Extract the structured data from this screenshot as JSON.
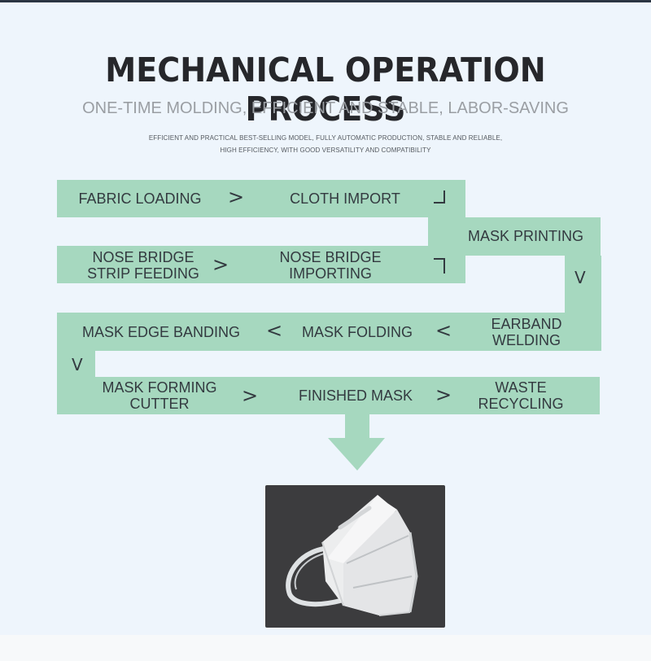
{
  "header": {
    "title": "MECHANICAL OPERATION PROCESS",
    "subtitle": "ONE-TIME MOLDING, EFFICIENT AND STABLE, LABOR-SAVING",
    "description_line1": "EFFICIENT AND PRACTICAL BEST-SELLING MODEL, FULLY AUTOMATIC PRODUCTION, STABLE AND RELIABLE,",
    "description_line2": "HIGH EFFICIENCY, WITH GOOD VERSATILITY AND COMPATIBILITY"
  },
  "process": {
    "steps": {
      "fabric_loading": "FABRIC LOADING",
      "cloth_import": "CLOTH IMPORT",
      "mask_printing": "MASK PRINTING",
      "nose_bridge_strip_feeding": [
        "NOSE BRIDGE",
        "STRIP FEEDING"
      ],
      "nose_bridge_importing": [
        "NOSE BRIDGE",
        "IMPORTING"
      ],
      "mask_edge_banding": "MASK EDGE BANDING",
      "mask_folding": "MASK FOLDING",
      "earband_welding": [
        "EARBAND",
        "WELDING"
      ],
      "mask_forming_cutter": [
        "MASK FORMING",
        "CUTTER"
      ],
      "finished_mask": "FINISHED MASK",
      "waste_recycling": [
        "WASTE",
        "RECYCLING"
      ]
    },
    "arrows": {
      "right": ">",
      "left": "<",
      "down": "V"
    }
  },
  "colors": {
    "band": "#a6d8bf",
    "page_background": "#eef5fc",
    "title": "#26272b",
    "subtitle": "#9a9ea3",
    "label": "#333a40",
    "photo_background": "#3c3c3e"
  },
  "icons": {
    "corner_top": "corner-turn-down-icon",
    "corner_bottom": "corner-turn-up-icon",
    "result": "down-arrow-icon",
    "product": "mask-photo"
  }
}
